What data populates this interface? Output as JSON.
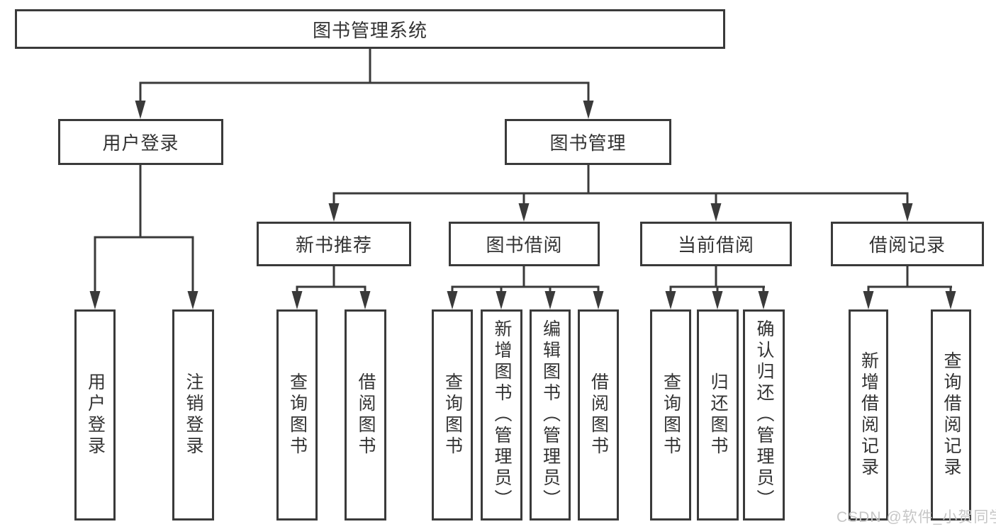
{
  "diagram": {
    "root": {
      "label": "图书管理系统"
    },
    "user_login": {
      "label": "用户登录",
      "children": [
        {
          "label": "用户登录"
        },
        {
          "label": "注销登录"
        }
      ]
    },
    "book_mgmt": {
      "label": "图书管理",
      "children": [
        {
          "label": "新书推荐",
          "children": [
            {
              "label": "查询图书"
            },
            {
              "label": "借阅图书"
            }
          ]
        },
        {
          "label": "图书借阅",
          "children": [
            {
              "label": "查询图书"
            },
            {
              "label": "新增图书（管理员）"
            },
            {
              "label": "编辑图书（管理员）"
            },
            {
              "label": "借阅图书"
            }
          ]
        },
        {
          "label": "当前借阅",
          "children": [
            {
              "label": "查询图书"
            },
            {
              "label": "归还图书"
            },
            {
              "label": "确认归还（管理员）"
            }
          ]
        },
        {
          "label": "借阅记录",
          "children": [
            {
              "label": "新增借阅记录"
            },
            {
              "label": "查询借阅记录"
            }
          ]
        }
      ]
    },
    "colors": {
      "line": "#3a3a3a",
      "text": "#333333",
      "background": "#ffffff",
      "watermark": "#c6c6c6"
    }
  },
  "watermark": {
    "text": "CSDN @软件_小贺同学"
  }
}
